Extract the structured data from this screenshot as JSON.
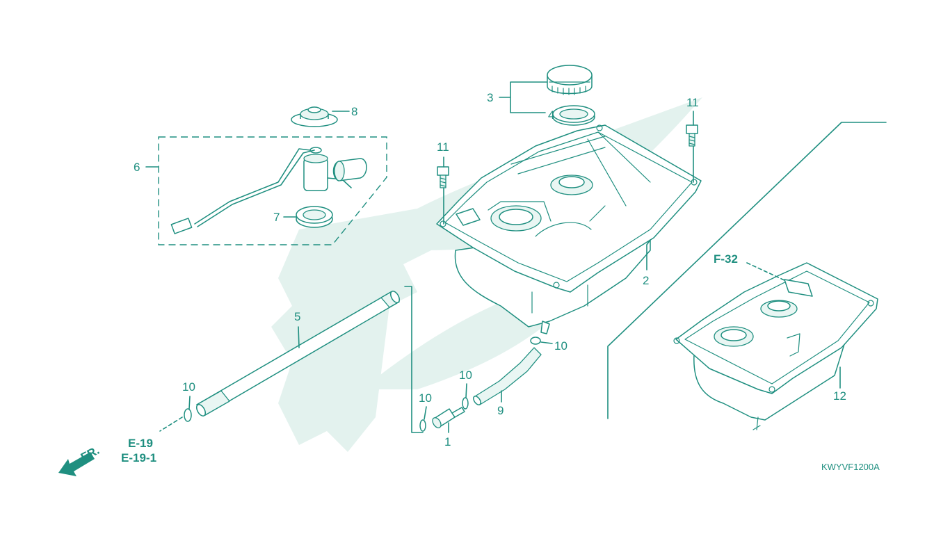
{
  "callouts": {
    "c1": "1",
    "c2": "2",
    "c3": "3",
    "c4": "4",
    "c5": "5",
    "c6": "6",
    "c7": "7",
    "c8": "8",
    "c9": "9",
    "c10": "10",
    "c11": "11",
    "c12": "12"
  },
  "references": {
    "e19": "E-19",
    "e19_1": "E-19-1",
    "f32": "F-32"
  },
  "front_arrow": {
    "label": "FR."
  },
  "diagram_code": "KWYVF1200A",
  "colors": {
    "line": "#1f8f80",
    "watermark": "#e3f2ee",
    "background": "#ffffff"
  }
}
